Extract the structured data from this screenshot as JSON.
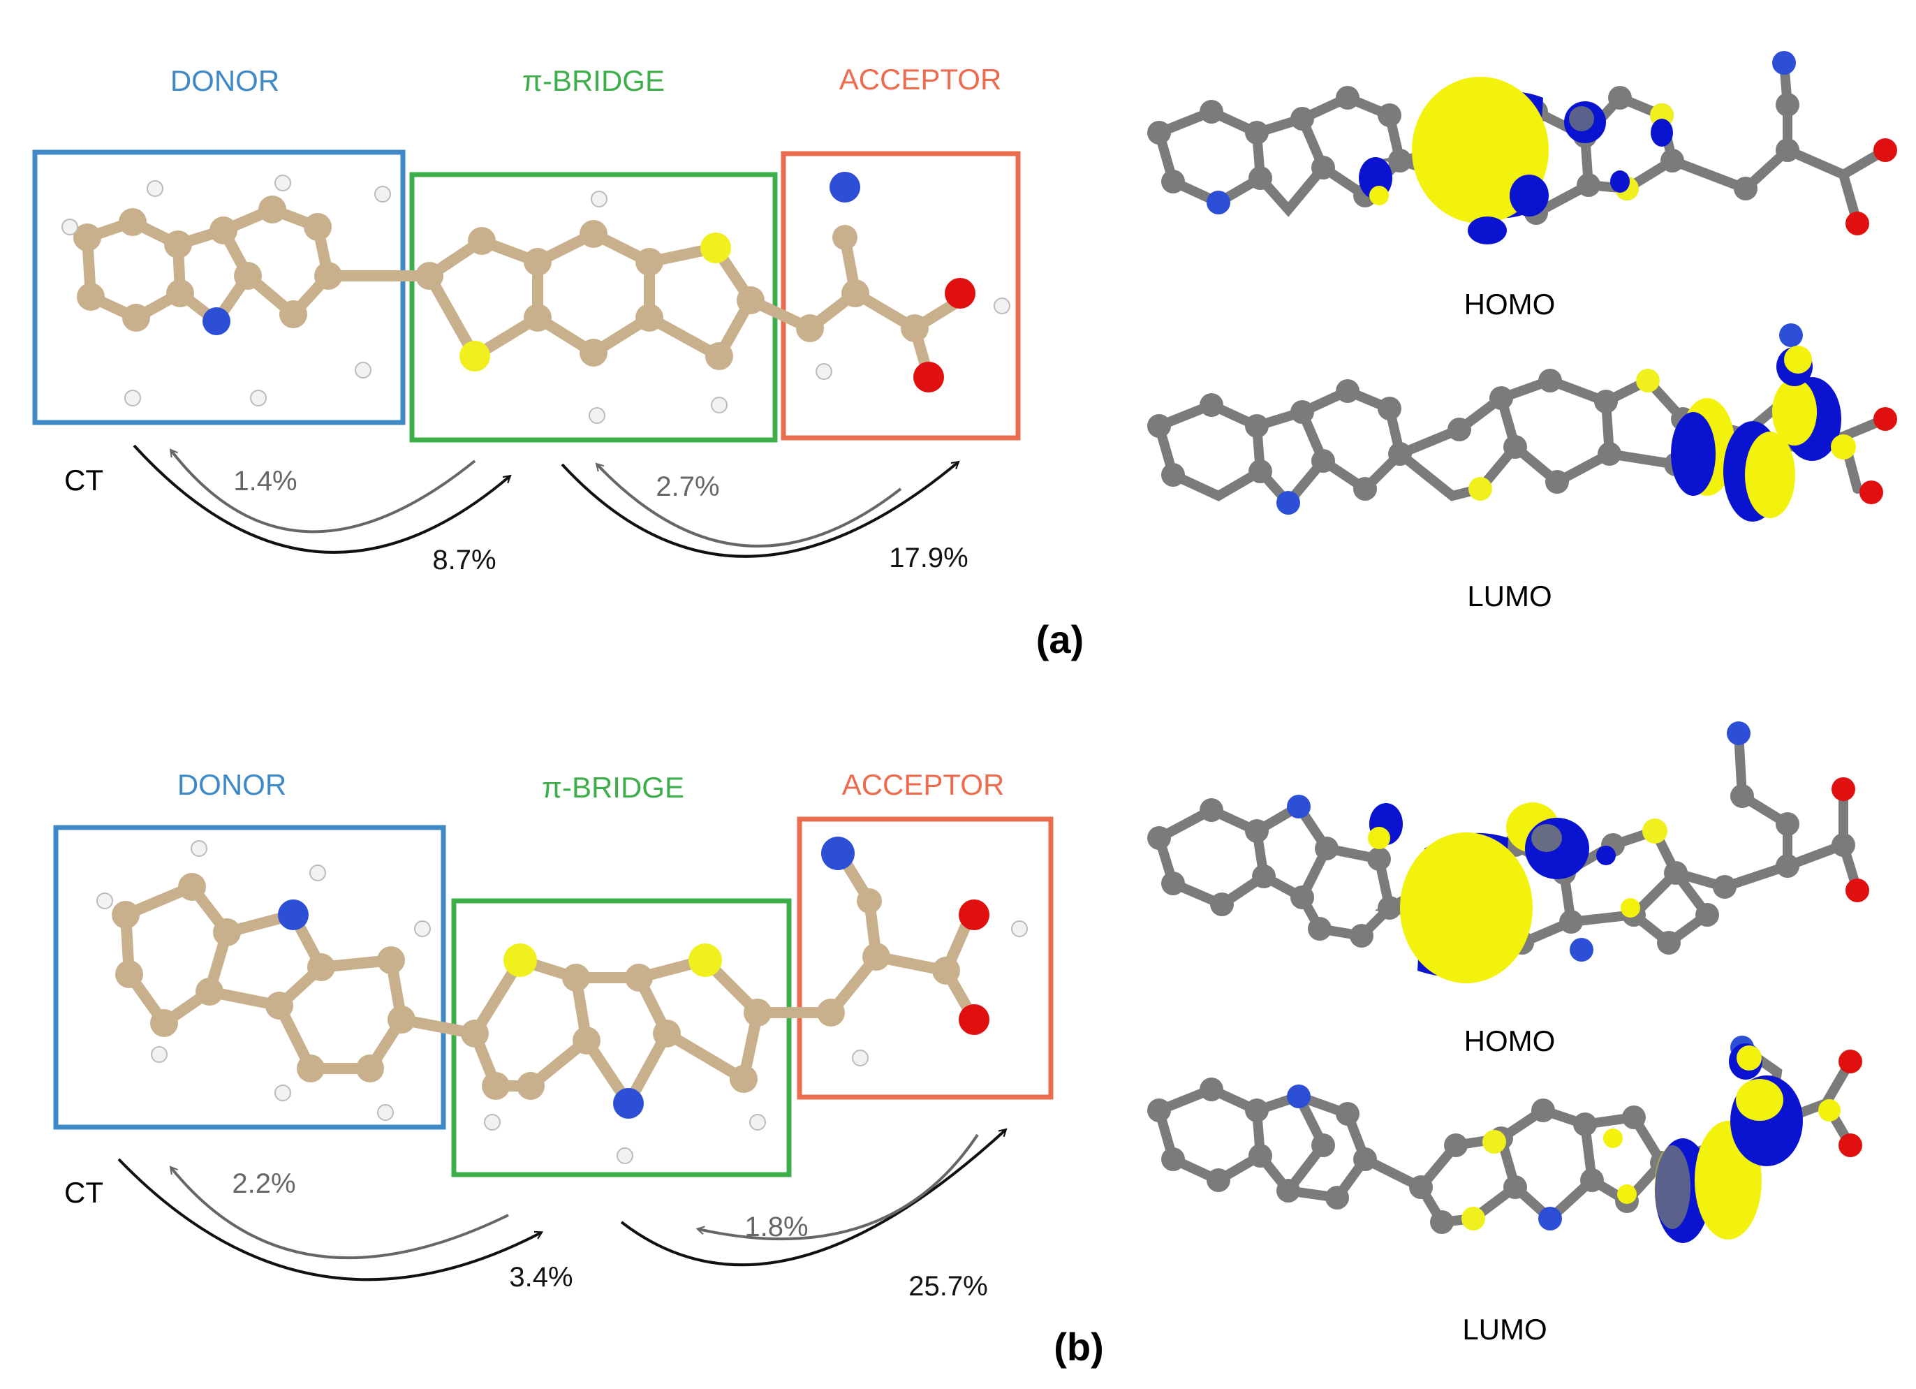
{
  "colors": {
    "donor": "#3f89c6",
    "bridge": "#3dae4a",
    "acceptor": "#ec6c50",
    "carbon_tan": "#c9b08c",
    "carbon_grey": "#7b7b7b",
    "nitrogen": "#2c4fd6",
    "sulfur": "#f0f01e",
    "oxygen": "#e01010",
    "hydrogen": "#f2f2f2",
    "lobe_yellow": "#f2f20c",
    "lobe_blue": "#0a14d0",
    "arrow_dark": "#111111",
    "arrow_grey": "#666666"
  },
  "panels": [
    {
      "tag": "(a)",
      "donor_label": "DONOR",
      "bridge_label": "π-BRIDGE",
      "acceptor_label": "ACCEPTOR",
      "ct_label": "CT",
      "back_transfer_1": "1.4%",
      "forward_transfer_1": "8.7%",
      "back_transfer_2": "2.7%",
      "forward_transfer_2": "17.9%",
      "homo_label": "HOMO",
      "lumo_label": "LUMO"
    },
    {
      "tag": "(b)",
      "donor_label": "DONOR",
      "bridge_label": "π-BRIDGE",
      "acceptor_label": "ACCEPTOR",
      "ct_label": "CT",
      "back_transfer_1": "2.2%",
      "forward_transfer_1": "3.4%",
      "back_transfer_2": "1.8%",
      "forward_transfer_2": "25.7%",
      "homo_label": "HOMO",
      "lumo_label": "LUMO"
    }
  ]
}
